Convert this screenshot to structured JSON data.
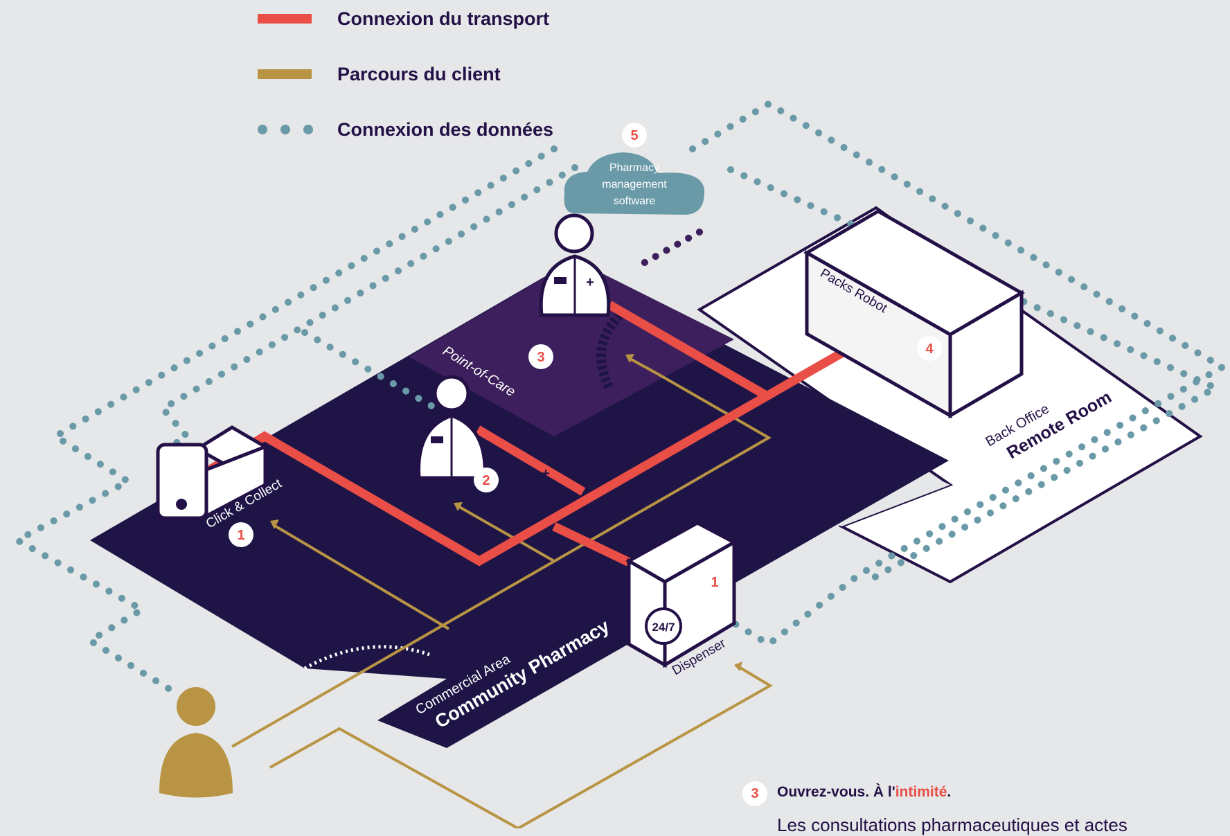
{
  "legend": {
    "transport": {
      "label": "Connexion du transport",
      "color": "#e94e47"
    },
    "client": {
      "label": "Parcours du client",
      "color": "#b89444"
    },
    "data": {
      "label": "Connexion des données",
      "color": "#6a9aa8"
    }
  },
  "cloud": {
    "number": "5",
    "line1": "Pharmacy",
    "line2": "management",
    "line3": "software"
  },
  "zones": {
    "point_of_care": "Point-of-Care",
    "commercial_area": "Commercial Area",
    "community_pharmacy": "Community Pharmacy",
    "back_office": "Back Office",
    "remote_room": "Remote Room"
  },
  "devices": {
    "click_collect": {
      "label": "Click & Collect",
      "number": "1"
    },
    "dispenser": {
      "label": "Dispenser",
      "number": "1",
      "badge": "24/7"
    },
    "packs_robot": {
      "label": "Packs Robot",
      "number": "4"
    }
  },
  "staff": {
    "pharmacist_back": {
      "number": "3"
    },
    "pharmacist_front": {
      "number": "2"
    }
  },
  "caption": {
    "number": "3",
    "title_prefix": "Ouvrez-vous. À l'",
    "title_highlight": "intimité",
    "title_suffix": ".",
    "body": "Les consultations pharmaceutiques et actes"
  },
  "colors": {
    "background": "#e6e7e8",
    "navy": "#231046",
    "floor_dark": "#1f1446",
    "floor_purple": "#3c1f5c",
    "transport_red": "#e94e47",
    "client_gold": "#b89444",
    "data_teal": "#6a9aa8",
    "white": "#ffffff"
  }
}
